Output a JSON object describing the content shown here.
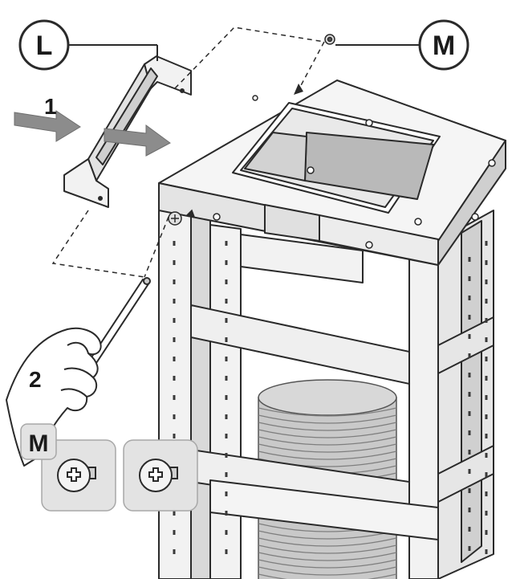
{
  "callouts": {
    "part_l": "L",
    "part_m": "M",
    "inset_m": "M"
  },
  "steps": {
    "step1": "1",
    "step2": "2"
  },
  "colors": {
    "line": "#2a2a2a",
    "frame_fill": "#f2f2f2",
    "frame_shade": "#d4d4d4",
    "frame_dark": "#9a9a9a",
    "arrow_fill": "#8c8c8c",
    "inset_bg": "#e3e3e3",
    "duct": "#bdbdbd",
    "duct_ring": "#7e7e7e"
  },
  "icons": {
    "bracket": "bracket-l-part",
    "screw": "phillips-screw-icon",
    "screwdriver": "screwdriver-icon",
    "hand": "hand-icon"
  }
}
